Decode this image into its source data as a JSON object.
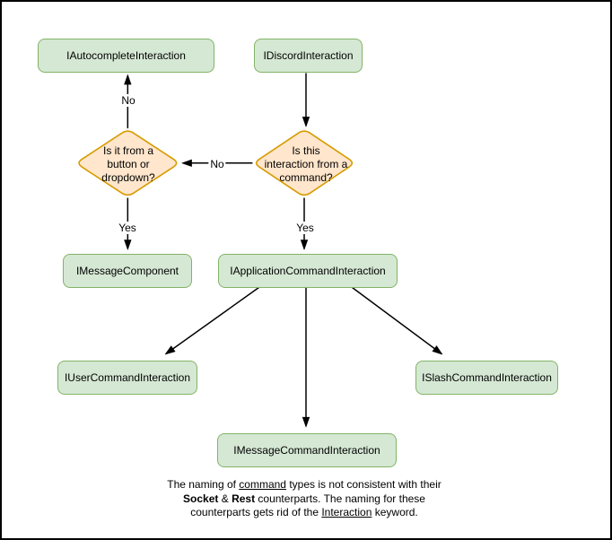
{
  "diagram": {
    "nodes": {
      "autocomplete": {
        "label": "IAutocompleteInteraction"
      },
      "discord": {
        "label": "IDiscordInteraction"
      },
      "message_component": {
        "label": "IMessageComponent"
      },
      "application_command": {
        "label": "IApplicationCommandInteraction"
      },
      "user_command": {
        "label": "IUserCommandInteraction"
      },
      "slash_command": {
        "label": "ISlashCommandInteraction"
      },
      "message_command": {
        "label": "IMessageCommandInteraction"
      }
    },
    "decisions": {
      "button_dropdown": {
        "lines": [
          "Is it from a",
          "button or",
          "dropdown?"
        ]
      },
      "from_command": {
        "lines": [
          "Is this",
          "interaction from a",
          "command?"
        ]
      }
    },
    "edge_labels": {
      "no_to_autocomplete": "No",
      "no_to_button_dropdown": "No",
      "yes_to_message_component": "Yes",
      "yes_to_application_command": "Yes"
    },
    "colors": {
      "node_fill": "#d5e8d4",
      "node_border": "#82b366",
      "decision_fill": "#ffe6cc",
      "decision_border": "#d79b00",
      "edge": "#000000"
    },
    "note": {
      "lines": [
        {
          "segments": [
            {
              "text": "The naming of "
            },
            {
              "text": "command",
              "style": "underline"
            },
            {
              "text": " types is not consistent with their"
            }
          ]
        },
        {
          "segments": [
            {
              "text": "Socket",
              "style": "bold"
            },
            {
              "text": " & "
            },
            {
              "text": "Rest",
              "style": "bold"
            },
            {
              "text": " counterparts. The naming for these"
            }
          ]
        },
        {
          "segments": [
            {
              "text": "counterparts gets rid of the "
            },
            {
              "text": "Interaction",
              "style": "underline"
            },
            {
              "text": " keyword."
            }
          ]
        }
      ]
    }
  }
}
